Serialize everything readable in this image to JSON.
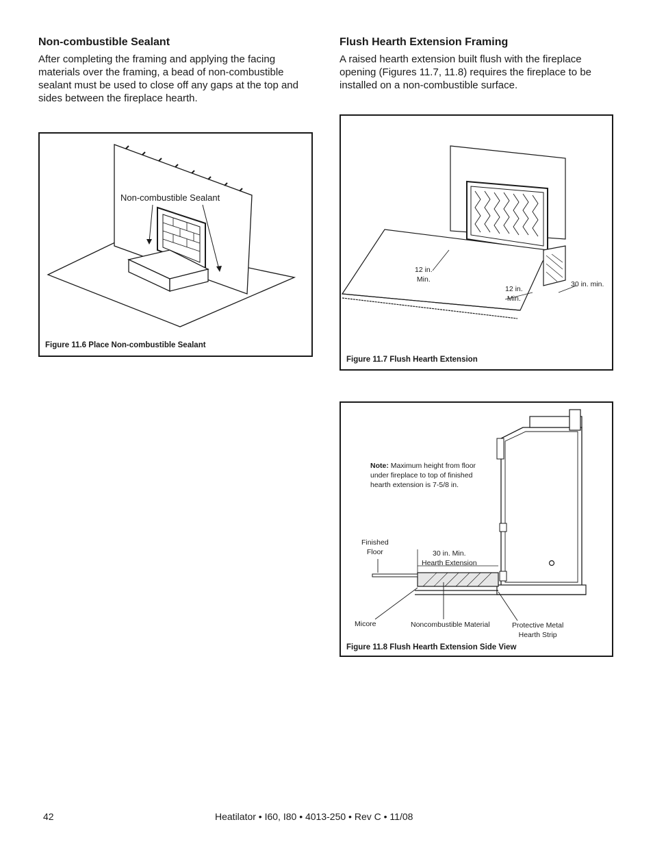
{
  "left": {
    "heading": "Non-combustible Sealant",
    "body": "After completing the framing and applying the facing materials over the framing, a bead of non-combustible sealant must be used to close off any gaps at the top and sides between the fireplace hearth."
  },
  "right": {
    "heading": "Flush Hearth Extension Framing",
    "body": "A raised hearth extension built flush with the fireplace opening (Figures 11.7, 11.8) requires the fireplace to be installed on a non-combustible surface."
  },
  "fig116": {
    "label": "Non-combustible Sealant",
    "caption": "Figure 11.6   Place Non-combustible Sealant"
  },
  "fig117": {
    "dim1": "12 in.\nMin.",
    "dim2": "12 in.\nMin.",
    "dim3": "30 in. min.",
    "caption": "Figure 11.7   Flush Hearth Extension"
  },
  "fig118": {
    "note_bold": "Note:",
    "note_text": " Maximum height from floor under fireplace to top of finished hearth extension is 7-5/8 in.",
    "finished_floor": "Finished\nFloor",
    "hearth_ext": "30 in. Min.\nHearth Extension",
    "micore": "Micore",
    "noncombustible": "Noncombustible Material",
    "metal_strip": "Protective Metal\nHearth Strip",
    "caption": "Figure 11.8   Flush Hearth Extension Side View"
  },
  "footer": {
    "page_number": "42",
    "doc_info": "Heatilator • I60, I80 • 4013-250 • Rev C • 11/08"
  }
}
